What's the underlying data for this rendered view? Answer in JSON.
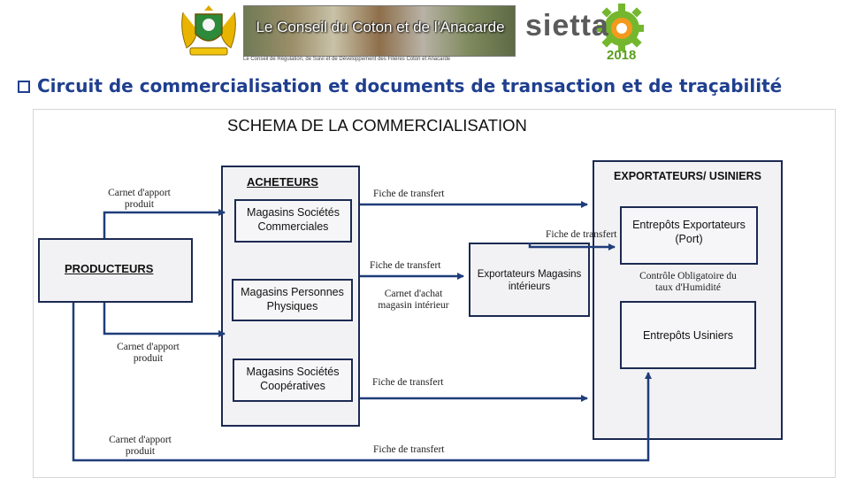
{
  "header": {
    "banner_title": "Le Conseil du Coton et de l'Anacarde",
    "banner_subtitle": "Le Conseil de Régulation, de Suivi et de Développement des Filières Coton et Anacarde",
    "event_logo_text": "sietta",
    "event_year": "2018",
    "heading": "Circuit de commercialisation et documents de transaction et de traçabilité",
    "heading_color": "#1f3f8f",
    "event_year_color": "#5a9e1c"
  },
  "diagram": {
    "title": "SCHEMA DE LA COMMERCIALISATION",
    "producteurs": "PRODUCTEURS",
    "acheteurs": {
      "title": "ACHETEURS",
      "magasins_commerciales": "Magasins Sociétés Commerciales",
      "magasins_personnes": "Magasins Personnes Physiques",
      "magasins_cooperatives": "Magasins Sociétés Coopératives"
    },
    "exportateurs_interieurs": "Exportateurs Magasins intérieurs",
    "exportateurs_usiniers": {
      "title": "EXPORTATEURS/ USINIERS",
      "entrepots_exportateurs": "Entrepôts Exportateurs (Port)",
      "controle": "Contrôle Obligatoire du taux d'Humidité",
      "entrepots_usiniers": "Entrepôts Usiniers"
    },
    "documents": {
      "carnet_apport_1": "Carnet d'apport produit",
      "carnet_apport_2": "Carnet d'apport produit",
      "carnet_apport_3": "Carnet d'apport produit",
      "fiche_transfert_1": "Fiche de transfert",
      "fiche_transfert_2": "Fiche de transfert",
      "fiche_transfert_3": "Fiche de transfert",
      "fiche_transfert_4": "Fiche de transfert",
      "fiche_transfert_5": "Fiche de transfert",
      "carnet_achat": "Carnet d'achat magasin intérieur"
    },
    "box_border_color": "#1c2a52",
    "arrow_color": "#1f3d7a"
  }
}
